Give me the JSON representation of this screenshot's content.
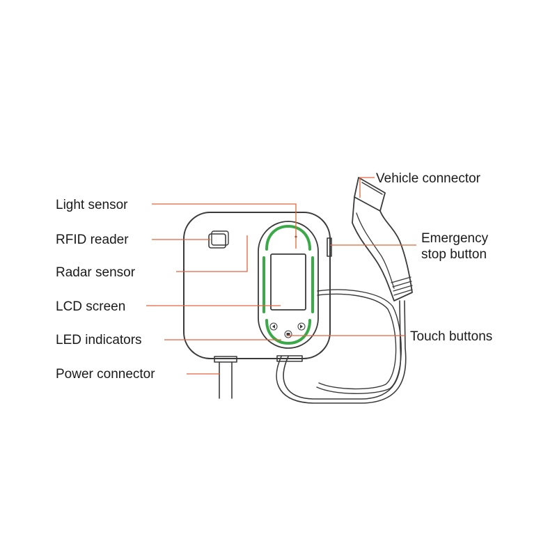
{
  "labels": {
    "light_sensor": "Light sensor",
    "rfid_reader": "RFID reader",
    "radar_sensor": "Radar sensor",
    "lcd_screen": "LCD screen",
    "led_indicators": "LED indicators",
    "power_connector": "Power connector",
    "vehicle_connector": "Vehicle connector",
    "emergency_stop_line1": "Emergency",
    "emergency_stop_line2": "stop button",
    "touch_buttons": "Touch buttons"
  },
  "colors": {
    "leader_line": "#e2643f",
    "led_ring": "#3aaa48",
    "outline": "#3a3a3a"
  },
  "icons": [
    "left-arrow-icon",
    "home-icon",
    "right-arrow-icon"
  ]
}
